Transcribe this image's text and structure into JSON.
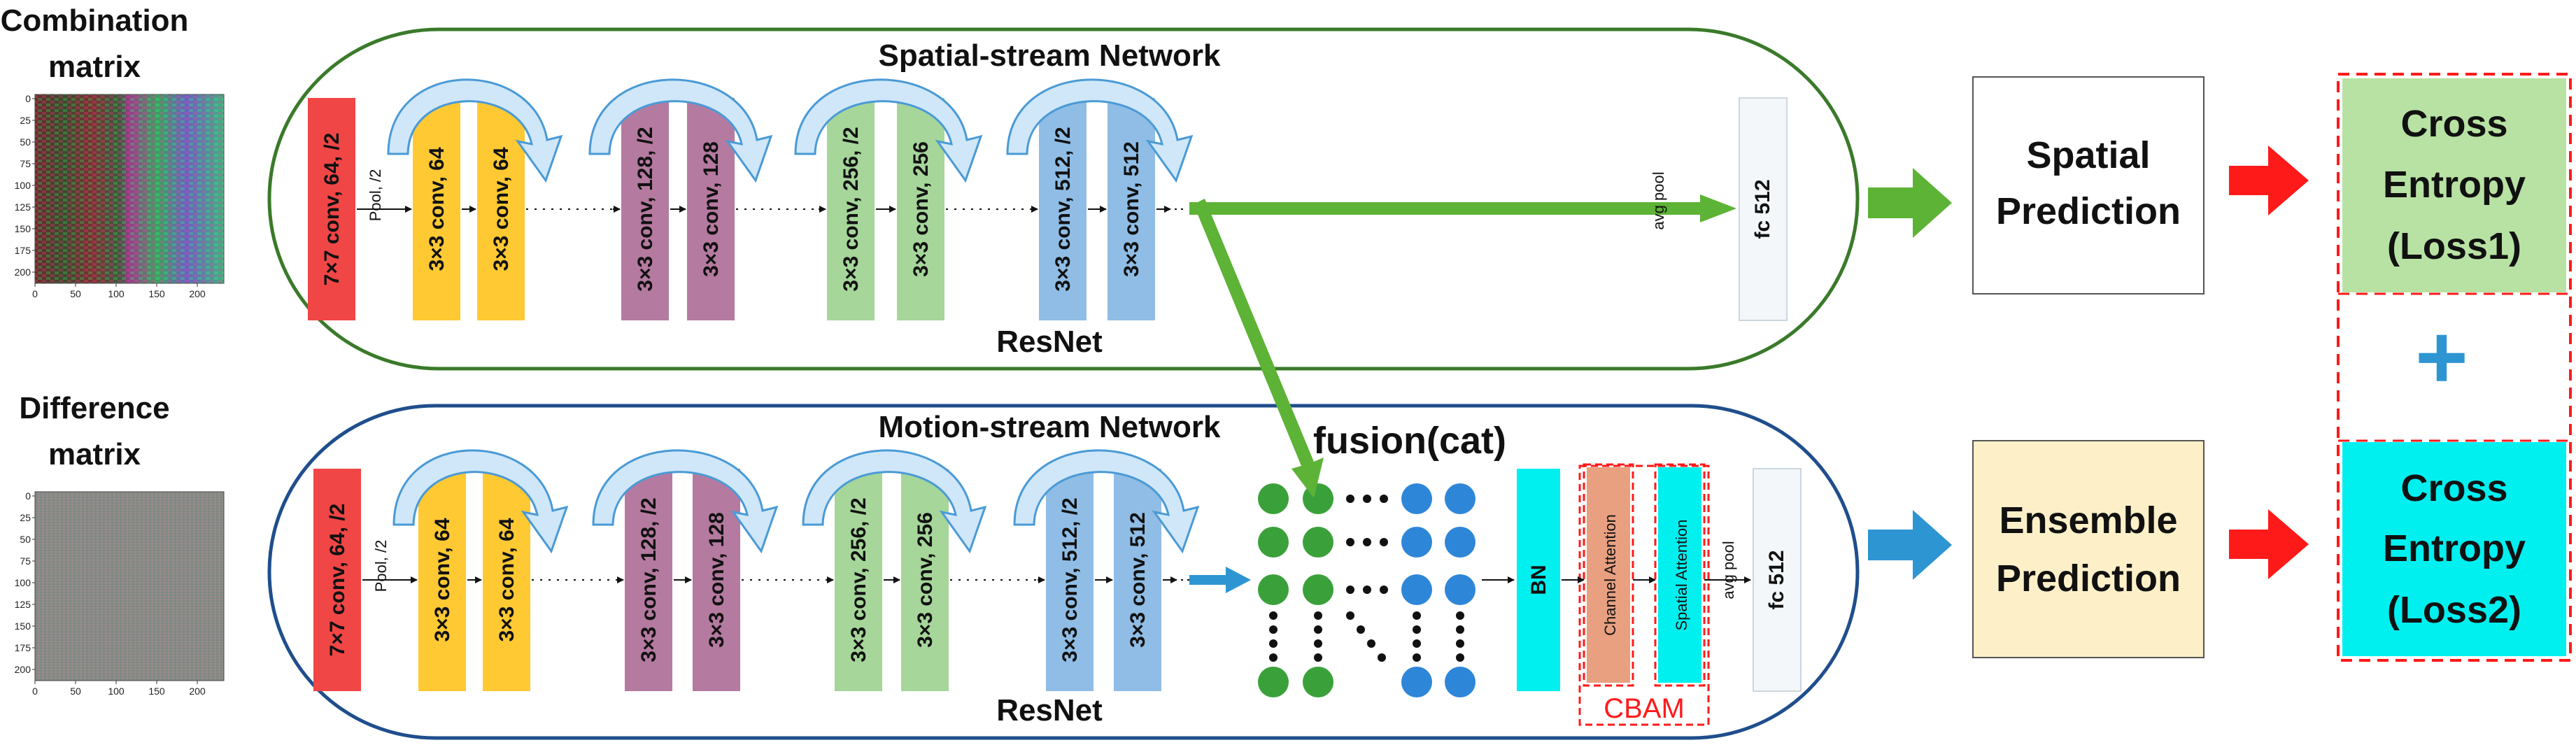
{
  "inputs": {
    "top_title_line1": "Combination",
    "top_title_line2": "matrix",
    "bottom_title_line1": "Difference",
    "bottom_title_line2": "matrix",
    "y_ticks": [
      "0",
      "25",
      "50",
      "75",
      "100",
      "125",
      "150",
      "175",
      "200"
    ],
    "x_ticks": [
      "0",
      "50",
      "100",
      "150",
      "200"
    ]
  },
  "spatial_stream": {
    "title": "Spatial-stream Network",
    "footer": "ResNet",
    "conv1": "7×7 conv, 64, /2",
    "pool": "Pool, /2",
    "blocks": [
      "3×3 conv, 64",
      "3×3 conv, 64",
      "3×3 conv, 128, /2",
      "3×3 conv, 128",
      "3×3 conv, 256, /2",
      "3×3 conv, 256",
      "3×3 conv, 512, /2",
      "3×3 conv, 512"
    ],
    "avg_pool": "avg pool",
    "fc": "fc 512",
    "border_color": "#3a7a2a"
  },
  "motion_stream": {
    "title": "Motion-stream Network",
    "footer": "ResNet",
    "conv1": "7×7 conv, 64, /2",
    "pool": "Pool, /2",
    "blocks": [
      "3×3 conv, 64",
      "3×3 conv, 64",
      "3×3 conv, 128, /2",
      "3×3 conv, 128",
      "3×3 conv, 256, /2",
      "3×3 conv, 256",
      "3×3 conv, 512, /2",
      "3×3 conv, 512"
    ],
    "fusion": "fusion(cat)",
    "bn": "BN",
    "channel_attention": "Channel Attention",
    "spatial_attention": "Spatial Attention",
    "cbam": "CBAM",
    "avg_pool": "avg pool",
    "fc": "fc 512",
    "border_color": "#1f4e8c"
  },
  "predictions": {
    "spatial_line1": "Spatial",
    "spatial_line2": "Prediction",
    "ensemble_line1": "Ensemble",
    "ensemble_line2": "Prediction"
  },
  "losses": {
    "loss1_line1": "Cross",
    "loss1_line2": "Entropy",
    "loss1_line3": "(Loss1)",
    "plus": "+",
    "loss2_line1": "Cross",
    "loss2_line2": "Entropy",
    "loss2_line3": "(Loss2)"
  },
  "colors": {
    "conv1": "#f04646",
    "block64": "#ffc933",
    "block128": "#b57aa0",
    "block256": "#a6d69a",
    "block512": "#8fbde5",
    "fc": "#f4f7fa",
    "bn": "#00f0f0",
    "channel_attention": "#e8a080",
    "spatial_attention": "#00f0f0",
    "green_arrow": "#5cb335",
    "blue_arrow": "#2e95d3",
    "red_arrow": "#ff1a1a",
    "spatial_pred_fill": "#ffffff",
    "ensemble_pred_fill": "#fdf0c8",
    "loss1_fill": "#b8e2a3",
    "loss2_fill": "#00f0f0",
    "plus_color": "#2e95d3",
    "node_green": "#3aa13a",
    "node_blue": "#2e86d8",
    "skip_fill": "#cfe7f8",
    "skip_stroke": "#4a9ad6"
  }
}
